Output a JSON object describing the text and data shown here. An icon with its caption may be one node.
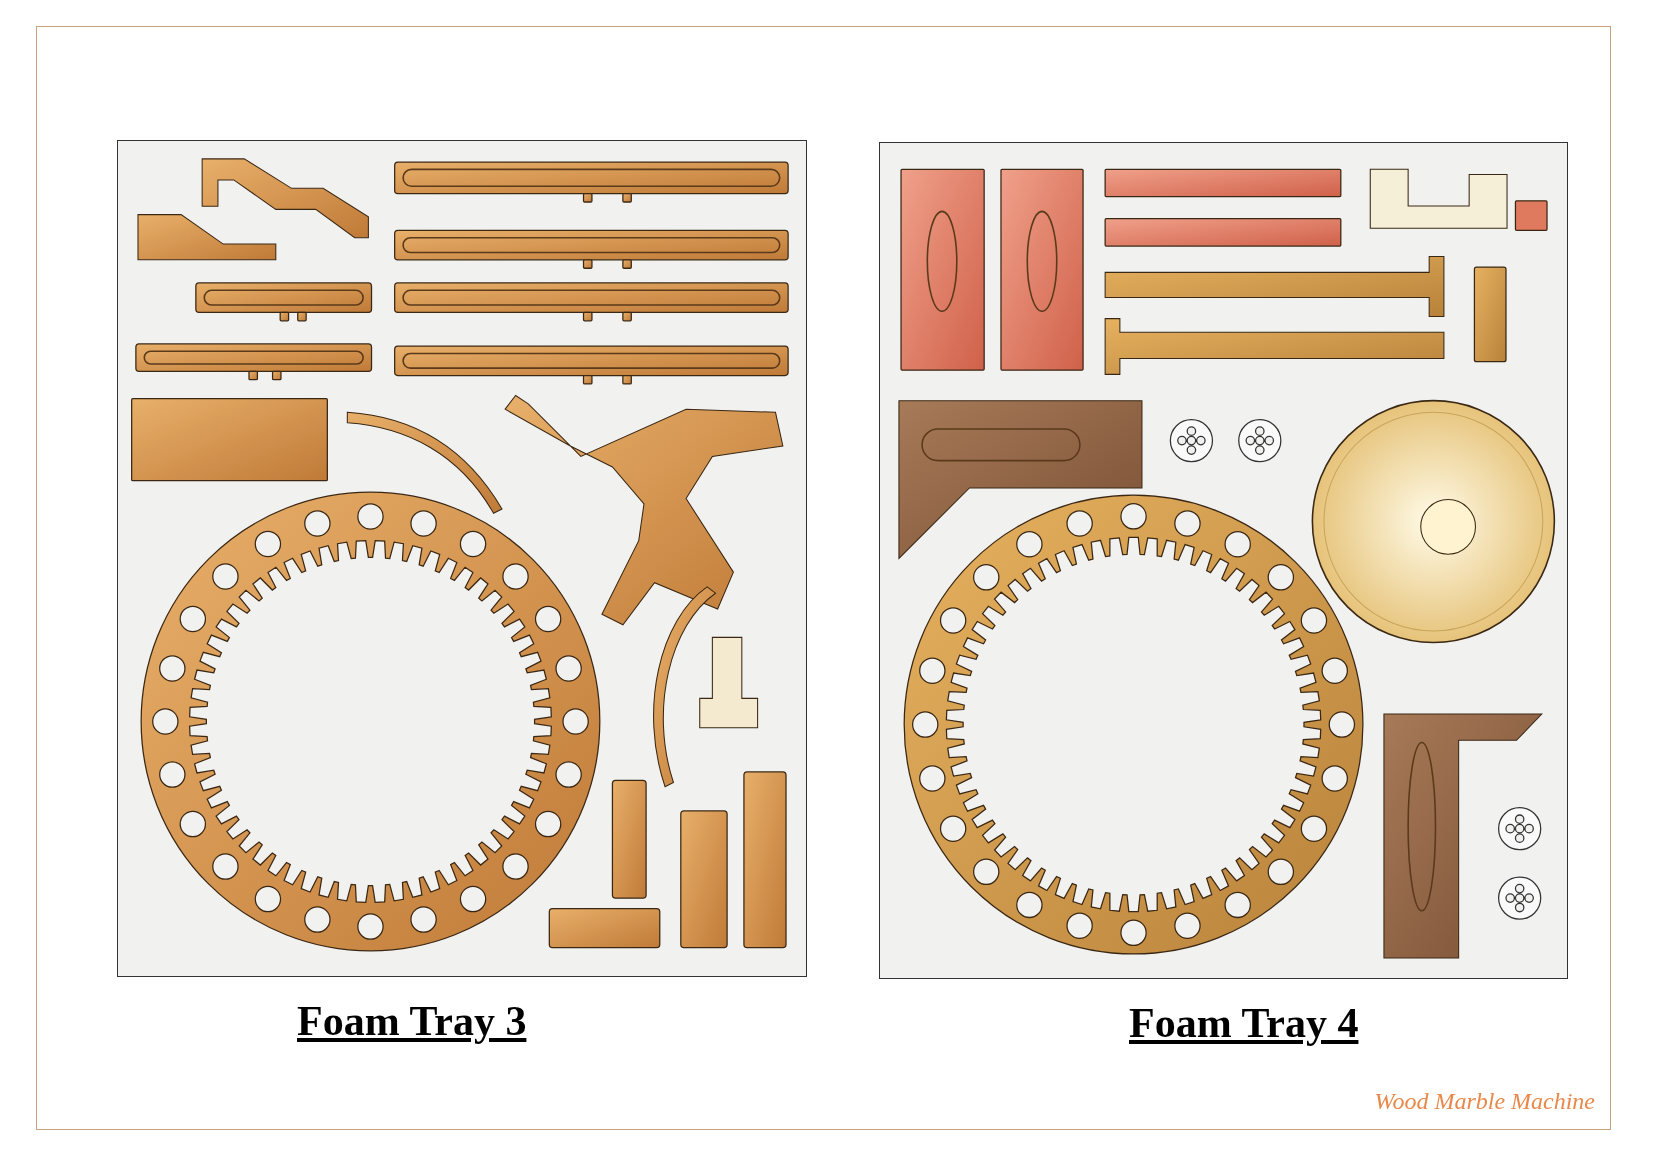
{
  "diagram": {
    "nodes": [
      {
        "text": [
          "Foam Tray 3"
        ]
      },
      {
        "text": [
          "Foam Tray 4"
        ]
      }
    ],
    "edges": [],
    "labels": [
      "Wood Marble Machine"
    ]
  }
}
